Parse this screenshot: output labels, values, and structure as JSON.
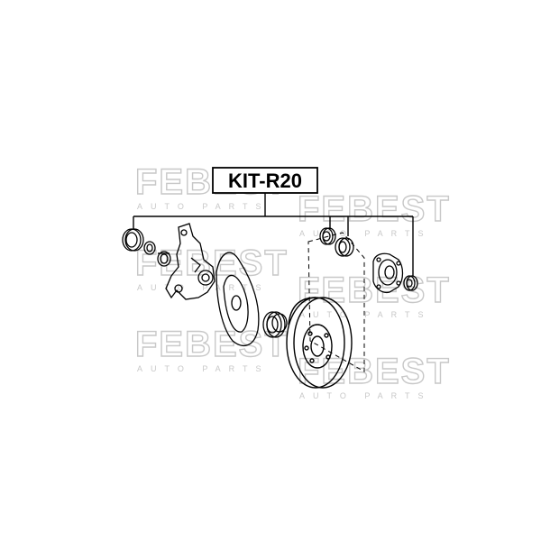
{
  "diagram": {
    "kit_label": "KIT-R20"
  },
  "watermark": {
    "brand": "FEBEST",
    "tagline": "AUTO PARTS",
    "color": "#c8c8c8"
  },
  "parts": [
    {
      "name": "outer-seal"
    },
    {
      "name": "outer-bearing"
    },
    {
      "name": "steering-knuckle"
    },
    {
      "name": "dust-shield"
    },
    {
      "name": "abs-ring"
    },
    {
      "name": "brake-disc"
    },
    {
      "name": "inner-seal"
    },
    {
      "name": "inner-bearing"
    },
    {
      "name": "wheel-hub"
    },
    {
      "name": "hub-seal"
    }
  ],
  "colors": {
    "ink": "#000000",
    "watermark": "#c8c8c8"
  }
}
